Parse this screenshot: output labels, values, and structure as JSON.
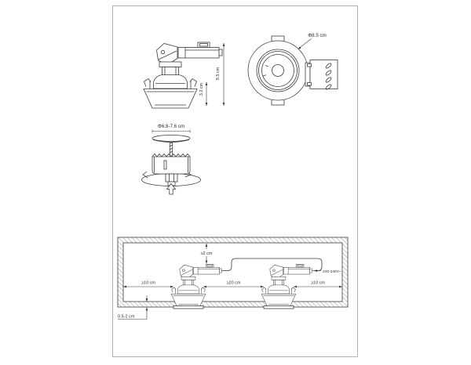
{
  "colors": {
    "background": "#ffffff",
    "page_border": "#b3b3b3",
    "line": "#3c3c3c",
    "text": "#2f2f2f"
  },
  "side_view": {
    "total_height": "9.5 cm",
    "visible_height": "3.2 cm"
  },
  "front_view": {
    "diameter": "Φ8.5 cm"
  },
  "cutout_view": {
    "hole_diameter": "Φ6.8-7.6 cm"
  },
  "installation_view": {
    "clearance_above": "≥2 cm",
    "clearance_left": "≥10 cm",
    "spacing_between": "≥20 cm",
    "clearance_right": "≥10 cm",
    "ceiling_thickness": "0.5-2 cm",
    "voltage": "220-240V~"
  }
}
